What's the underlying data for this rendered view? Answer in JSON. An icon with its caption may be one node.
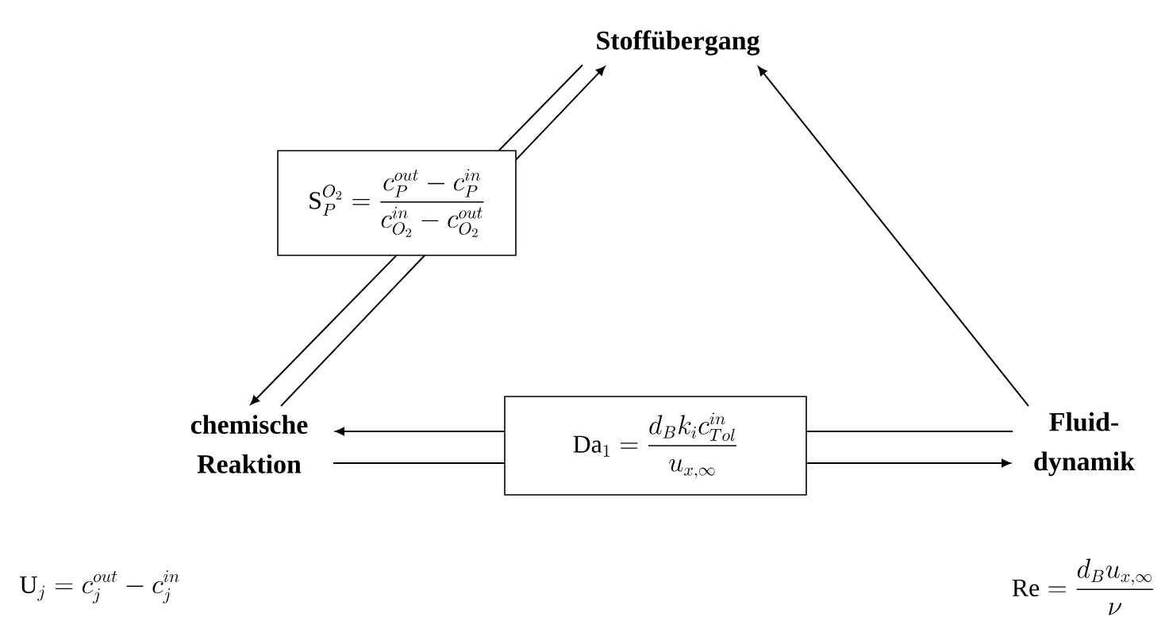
{
  "diagram": {
    "nodes": [
      {
        "text": [
          "Stoffübergang"
        ]
      },
      {
        "text": [
          "chemische Reaktion"
        ]
      },
      {
        "text": [
          "Fluid- dynamik"
        ]
      }
    ],
    "edges": [
      {
        "from": 1,
        "to": 0,
        "arrow": "to",
        "label": "\\mathrm{S}_P^{O_2}=\\frac{c_P^{out}-c_P^{in}}{c_{O_2}^{in}-c_{O_2}^{out}}"
      },
      {
        "from": 0,
        "to": 1,
        "arrow": "to"
      },
      {
        "from": 2,
        "to": 0,
        "arrow": "to"
      },
      {
        "from": 2,
        "to": 1,
        "arrow": "to",
        "label": "\\mathrm{Da}_1=\\frac{d_B k_i c_{Tol}^{in}}{u_{x,\\infty}}"
      },
      {
        "from": 1,
        "to": 2,
        "arrow": "to"
      }
    ],
    "labels": [
      "\\mathrm{U}_j=c_j^{out}-c_j^{in}",
      "\\mathrm{Re}=\\frac{d_B u_{x,\\infty}}{\\nu}"
    ]
  }
}
